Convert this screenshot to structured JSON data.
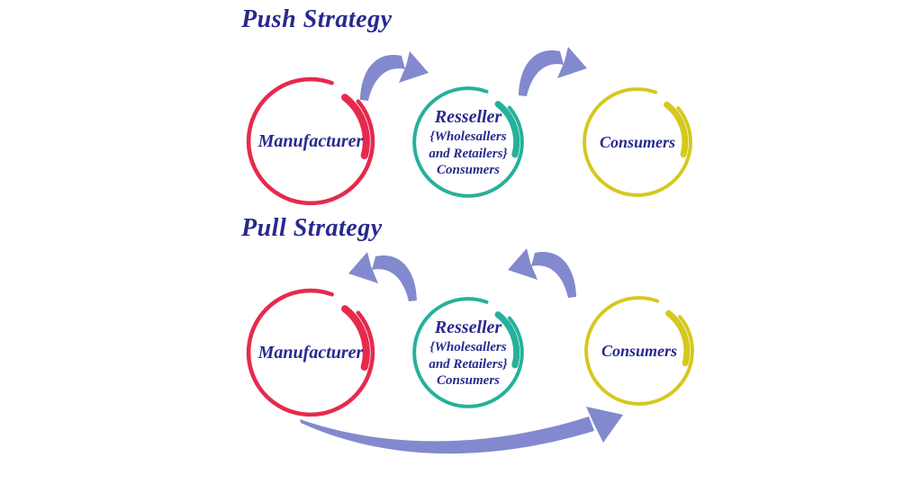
{
  "background": "#ffffff",
  "text_color": "#28298f",
  "push": {
    "title": "Push Strategy"
  },
  "pull": {
    "title": "Pull Strategy"
  },
  "nodes": {
    "manufacturer": {
      "label": "Manufacturer",
      "color": "#e62a4d"
    },
    "resseller": {
      "name": "Resseller",
      "detail1": "{Wholesallers",
      "detail2": "and Retailers}",
      "detail3": "Consumers",
      "color": "#27b09a"
    },
    "consumers": {
      "label": "Consumers",
      "color": "#d5c81e"
    }
  },
  "arrows": {
    "color": "#8289ce",
    "push_flow": [
      "manufacturer-to-resseller",
      "resseller-to-consumers"
    ],
    "pull_flow": [
      "resseller-to-manufacturer",
      "consumers-to-resseller",
      "manufacturer-to-consumers"
    ]
  }
}
